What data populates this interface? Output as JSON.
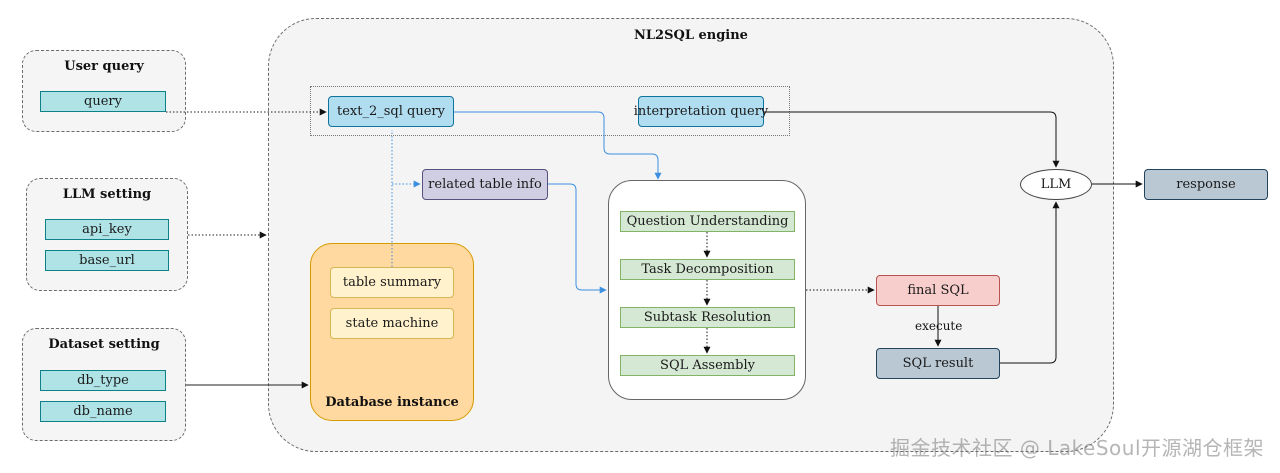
{
  "engine": {
    "title": "NL2SQL engine"
  },
  "user_query": {
    "title": "User query",
    "items": [
      "query"
    ]
  },
  "llm_setting": {
    "title": "LLM setting",
    "items": [
      "api_key",
      "base_url"
    ]
  },
  "dataset_setting": {
    "title": "Dataset setting",
    "items": [
      "db_type",
      "db_name"
    ]
  },
  "queries": {
    "text_2_sql": "text_2_sql query",
    "interpretation": "interpretation query"
  },
  "related_table_info": "related table info",
  "database": {
    "title": "Database instance",
    "items": [
      "table summary",
      "state machine"
    ]
  },
  "pipeline": {
    "steps": [
      "Question Understanding",
      "Task Decomposition",
      "Subtask Resolution",
      "SQL Assembly"
    ]
  },
  "final_sql": "final SQL",
  "execute_label": "execute",
  "sql_result": "SQL result",
  "llm": "LLM",
  "response": "response",
  "watermark": "掘金技术社区 @ LakeSoul开源湖仓框架",
  "colors": {
    "input_fill": "#b0e3e6",
    "query_fill": "#b1ddf0",
    "related_fill": "#d0cee2",
    "step_fill": "#d5e8d4",
    "final_sql_fill": "#f8cecc",
    "result_fill": "#bac8d3",
    "database_fill": "#ffd9a0",
    "blue_arrow": "#3d8fe0"
  }
}
